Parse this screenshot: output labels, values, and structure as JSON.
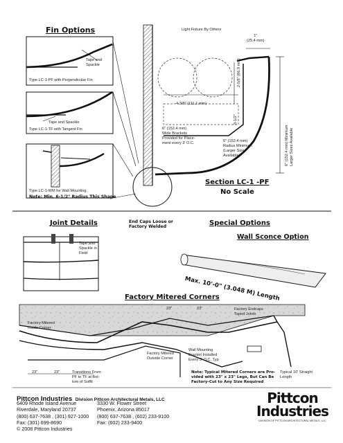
{
  "section_lc1": {
    "fin_options_title": "Fin Options",
    "light_fixture": "Light Fixture By Others",
    "one_inch": "1\"\n(25.4 mm)",
    "dim_2_5_8": "2-5/8\" (66.9 mm)",
    "dim_4_3_8": "4-3/8\" (111.1 mm)",
    "dim_3_1_2": "3-1/2\"",
    "wide_brackets": "6\" (152.4 mm)\nWide Brackets\nProvided for Place-\nment every 3' O.C.",
    "radius_min": "6\" (152.4 mm)\nRadius Minimum\n(Larger Sizes\nAvailable)",
    "vertical_min": "6\" (152.4 mm) Minimum\nLarger Sizes Available",
    "tape_spackle_1": "Tape and\nSpackle",
    "type_pf": "Type LC-1-PF with Perpendicular Fin",
    "tape_spackle_2": "Tape and Spackle",
    "type_tf": "Type LC-1-TF with Tangent Fin",
    "type_wm": "Type LC-1-WM for Wall Mounting",
    "wm_note": "Note: Min. 6-1/2\" Radius This Shape",
    "section_title": "Section  LC-1 -PF",
    "no_scale": "No Scale"
  },
  "joint_details": {
    "title": "Joint Details",
    "end_caps": "End Caps Loose or\nFactory Welded",
    "tape_spackle_field": "Tape and\nSpackle in\nField"
  },
  "special_options": {
    "title": "Special Options",
    "wall_sconce": "Wall Sconce Option",
    "max_length": "Max. 10'-0\" (3.048 M) Length"
  },
  "mitered": {
    "title": "Factory Mitered Corners",
    "d23_top_left": "23\"",
    "d23_top_right": "23\"",
    "factory_inside": "Factory Mitered\nInside Corner",
    "factory_endcaps": "Factory Endcaps\nTaped Joints",
    "factory_outside": "Factory Mitered\nOutside Corner",
    "wall_mounting": "Wall Mounting\nBracket Installed\nEvery 3' O.C. Typ",
    "d23_bottom_1": "23\"",
    "d23_bottom_2": "23\"",
    "transitions": "Transitions From\nPF to TF at Bot-\ntom of Soffit",
    "note": "Note: Typical Mitered Corners are Pro-\nvided with 23\" x 23\" Legs, But Can Be\nFactory-Cut to Any Size Required",
    "straight": "Typical 10' Straight\nLength"
  },
  "footer": {
    "company": "Pittcon Industries",
    "division": "Division Pittcon Architectural Metals, LLC",
    "left_addr": [
      "6409 Rhode Island Avenue",
      "Riverdale, Maryland 20737",
      "(800) 637-7638 , (301) 927-1000",
      "Fax: (301) 699-8690"
    ],
    "right_addr": [
      "3330 W. Flower Street",
      "Phoenix, Arizona 85017",
      "(800) 637-7638 , (602) 233-9100",
      "Fax: (602) 233-9400"
    ],
    "copyright": "© 2008 Pittcon Industries",
    "logo_line1": "Pittcon",
    "logo_line2": "Industries",
    "logo_tag": "DIVISION OF PITTCON ARCHITECTURAL METALS, LLC"
  }
}
